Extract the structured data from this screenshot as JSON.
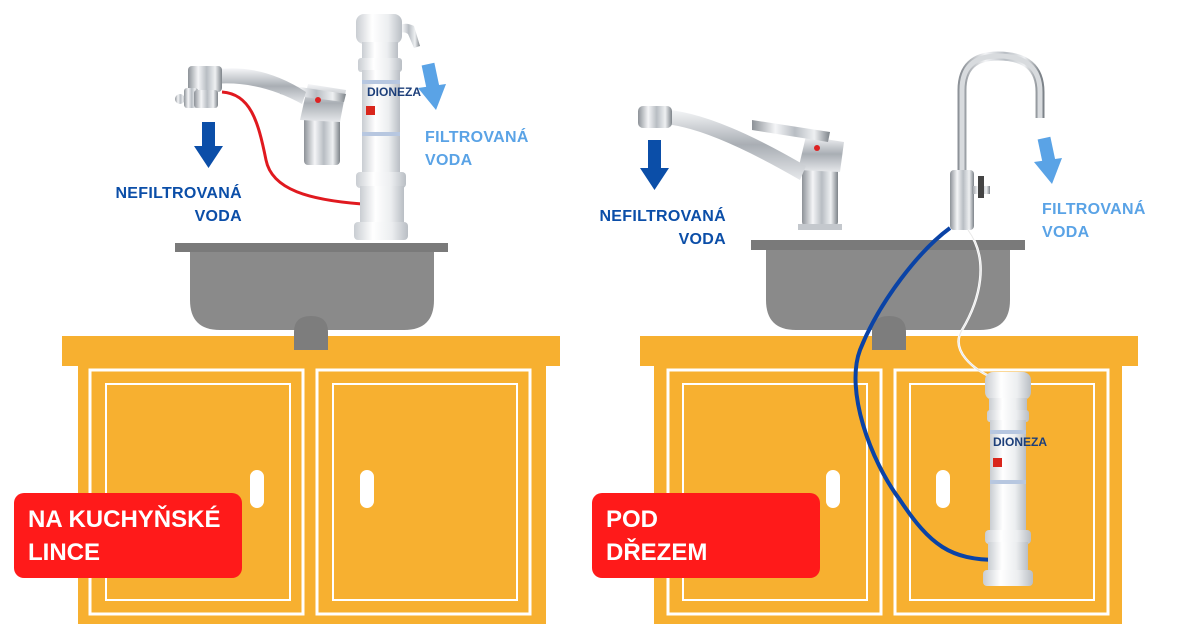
{
  "left": {
    "unfiltered_line1": "NEFILTROVANÁ",
    "unfiltered_line2": "VODA",
    "filtered_line1": "FILTROVANÁ",
    "filtered_line2": "VODA",
    "badge_line1": "NA KUCHYŇSKÉ",
    "badge_line2": "LINCE",
    "filter_brand": "DIONEZA"
  },
  "right": {
    "unfiltered_line1": "NEFILTROVANÁ",
    "unfiltered_line2": "VODA",
    "filtered_line1": "FILTROVANÁ",
    "filtered_line2": "VODA",
    "badge_line1": "POD",
    "badge_line2": "DŘEZEM",
    "filter_brand": "DIONEZA"
  },
  "colors": {
    "cabinet": "#f7b030",
    "cabinet_outline": "#ffffff",
    "sink": "#8a8a8a",
    "sink_rim": "#7a7a7a",
    "badge": "#ff1a1a",
    "unfiltered_text": "#0b4ea8",
    "filtered_text": "#5aa3e6",
    "hose_red": "#e0191f",
    "hose_blue": "#0a43a6"
  }
}
